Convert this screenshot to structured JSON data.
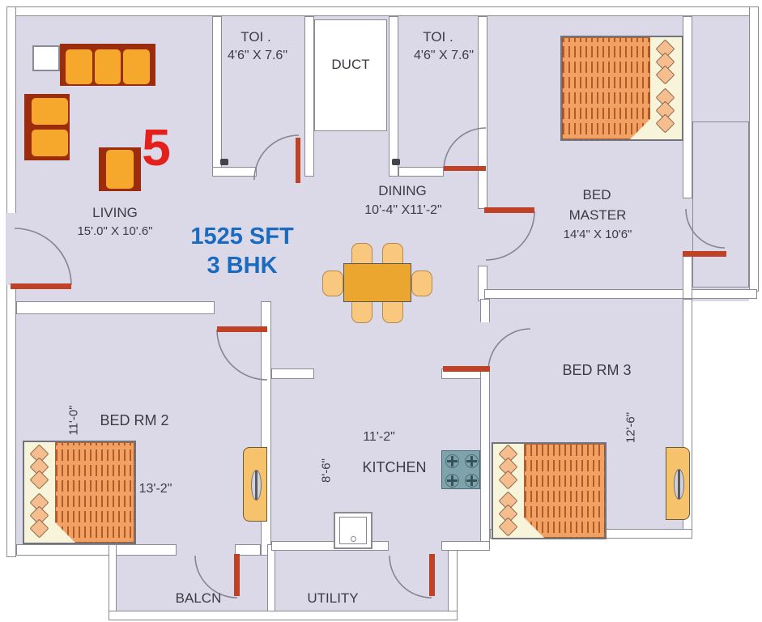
{
  "unit": {
    "area": "1525 SFT",
    "type": "3 BHK",
    "number": "5"
  },
  "rooms": {
    "living": {
      "label": "LIVING",
      "dims": "15'.0\" X 10'.6\""
    },
    "toilet1": {
      "label": "TOI .",
      "dims": "4'6\" X 7.6\""
    },
    "duct": {
      "label": "DUCT"
    },
    "toilet2": {
      "label": "TOI .",
      "dims": "4'6\" X 7.6\""
    },
    "dining": {
      "label": "DINING",
      "dims": "10'-4\" X11'-2\""
    },
    "master_bedroom": {
      "label_line1": "BED",
      "label_line2": "MASTER",
      "dims": "14'4\" X 10'6\""
    },
    "bedroom2": {
      "label": "BED RM 2",
      "dim_width": "11'-0\"",
      "dim_length": "13'-2\""
    },
    "bedroom3": {
      "label": "BED RM 3",
      "dim_width": "12'-6\""
    },
    "kitchen": {
      "label": "KITCHEN",
      "dim_width": "11'-2\"",
      "dim_depth": "8'-6\""
    },
    "balcony": {
      "label": "BALCN"
    },
    "utility": {
      "label": "UTILITY"
    }
  },
  "colors": {
    "floor": "#dbd9e8",
    "wall_outline": "#8a8a94",
    "furniture_orange": "#f5a82c",
    "furniture_frame": "#9c2c0e",
    "door_red": "#bf4126",
    "bed_blanket": "#f2a165",
    "bed_stripe": "#b35a26",
    "headboard": "#f8f4da",
    "pillow": "#f6bd8e",
    "wardrobe": "#f6c26b",
    "stove": "#7fa3ab",
    "accent_blue": "#1a6bbf",
    "accent_red": "#e3201b",
    "text": "#3b3b44"
  }
}
